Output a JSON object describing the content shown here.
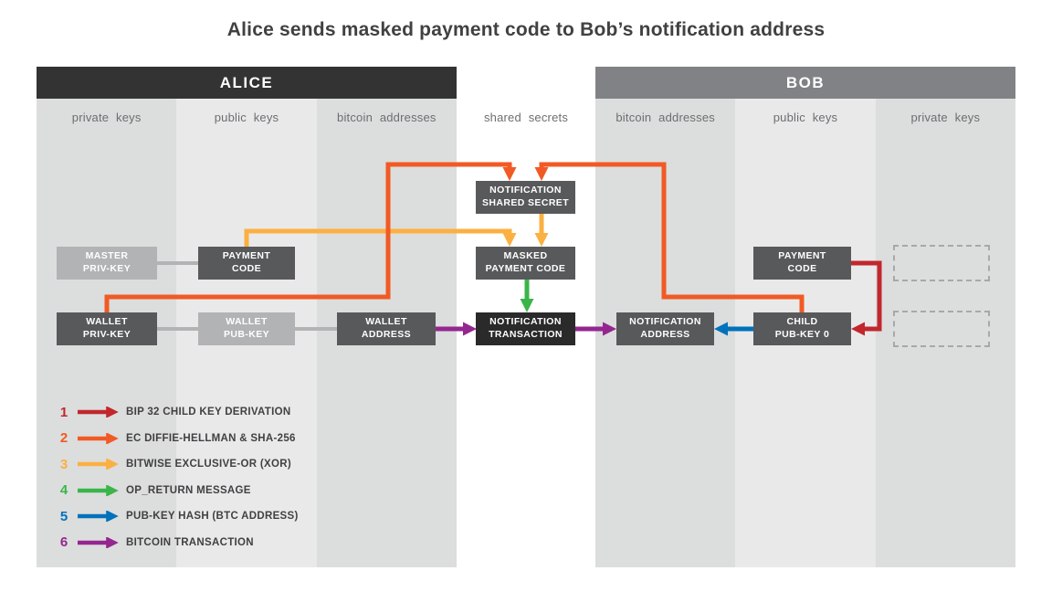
{
  "title": "Alice sends masked payment code to Bob’s notification address",
  "colors": {
    "red": "#c1272d",
    "orange": "#f15a24",
    "amber": "#fbb041",
    "green": "#3ab54a",
    "blue": "#0072bc",
    "purple": "#93278f",
    "connector": "#b1b3b5"
  },
  "alice": {
    "header": "ALICE",
    "columns": [
      "private keys",
      "public keys",
      "bitcoin addresses"
    ]
  },
  "middle": {
    "column": "shared secrets"
  },
  "bob": {
    "header": "BOB",
    "columns": [
      "bitcoin addresses",
      "public keys",
      "private keys"
    ]
  },
  "boxes": {
    "master_priv_key": {
      "line1": "MASTER",
      "line2": "PRIV-KEY"
    },
    "payment_code_alice": {
      "line1": "PAYMENT",
      "line2": "CODE"
    },
    "wallet_priv_key": {
      "line1": "WALLET",
      "line2": "PRIV-KEY"
    },
    "wallet_pub_key": {
      "line1": "WALLET",
      "line2": "PUB-KEY"
    },
    "wallet_address": {
      "line1": "WALLET",
      "line2": "ADDRESS"
    },
    "notification_shared_secret": {
      "line1": "NOTIFICATION",
      "line2": "SHARED SECRET"
    },
    "masked_payment_code": {
      "line1": "MASKED",
      "line2": "PAYMENT CODE"
    },
    "notification_transaction": {
      "line1": "NOTIFICATION",
      "line2": "TRANSACTION"
    },
    "notification_address": {
      "line1": "NOTIFICATION",
      "line2": "ADDRESS"
    },
    "child_pub_key_0": {
      "line1": "CHILD",
      "line2": "PUB-KEY 0"
    },
    "payment_code_bob": {
      "line1": "PAYMENT",
      "line2": "CODE"
    }
  },
  "legend": [
    {
      "num": "1",
      "label": "BIP 32 CHILD KEY DERIVATION"
    },
    {
      "num": "2",
      "label": "EC DIFFIE-HELLMAN & SHA-256"
    },
    {
      "num": "3",
      "label": "BITWISE EXCLUSIVE-OR (XOR)"
    },
    {
      "num": "4",
      "label": "OP_RETURN MESSAGE"
    },
    {
      "num": "5",
      "label": "PUB-KEY HASH (BTC ADDRESS)"
    },
    {
      "num": "6",
      "label": "BITCOIN TRANSACTION"
    }
  ]
}
